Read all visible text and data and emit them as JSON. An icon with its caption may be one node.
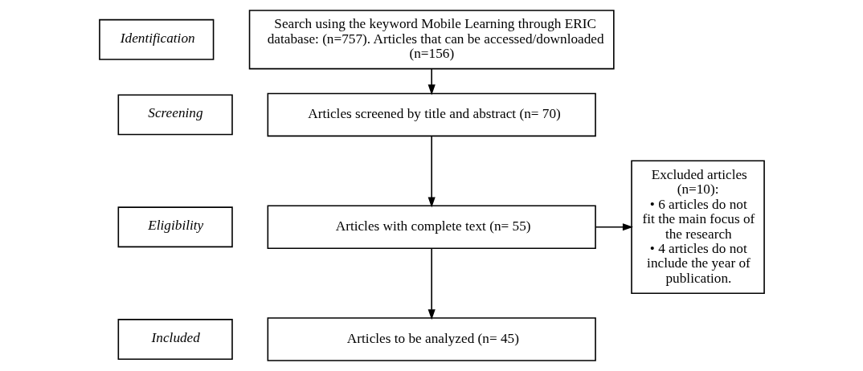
{
  "diagram": {
    "nodes": [
      {
        "text": [
          "Identification"
        ]
      },
      {
        "text": [
          "Search using the keyword Mobile Learning through ERIC database: (n=757). Articles that can be accessed/downloaded (n=156)"
        ]
      },
      {
        "text": [
          "Screening"
        ]
      },
      {
        "text": [
          "Articles screened by title and abstract (n= 70)"
        ]
      },
      {
        "text": [
          "Eligibility"
        ]
      },
      {
        "text": [
          "Articles with complete text (n= 55)"
        ]
      },
      {
        "text": [
          "Included"
        ]
      },
      {
        "text": [
          "Articles to be analyzed (n= 45)"
        ]
      },
      {
        "text": [
          "Excluded articles (n=10):",
          "• 6 articles do not fit the main focus of the research",
          "• 4 articles do not include the year of publication."
        ]
      }
    ],
    "edges": [
      {
        "from": 1,
        "to": 3,
        "arrow": "to"
      },
      {
        "from": 3,
        "to": 5,
        "arrow": "to"
      },
      {
        "from": 5,
        "to": 7,
        "arrow": "to"
      },
      {
        "from": 5,
        "to": 8,
        "arrow": "to"
      }
    ]
  }
}
